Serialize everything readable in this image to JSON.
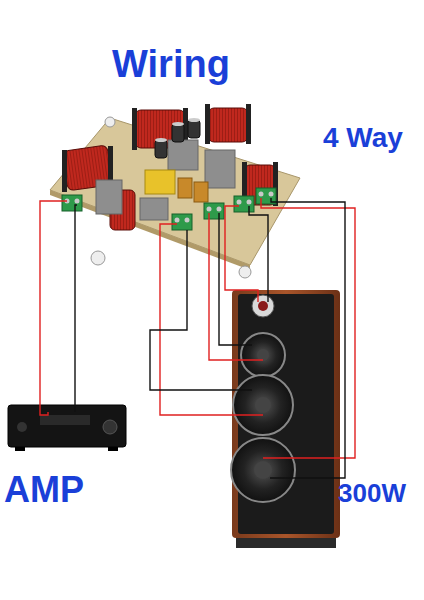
{
  "diagram": {
    "title": "Wiring",
    "labels": [
      "4 Way",
      "AMP",
      "300W"
    ]
  }
}
